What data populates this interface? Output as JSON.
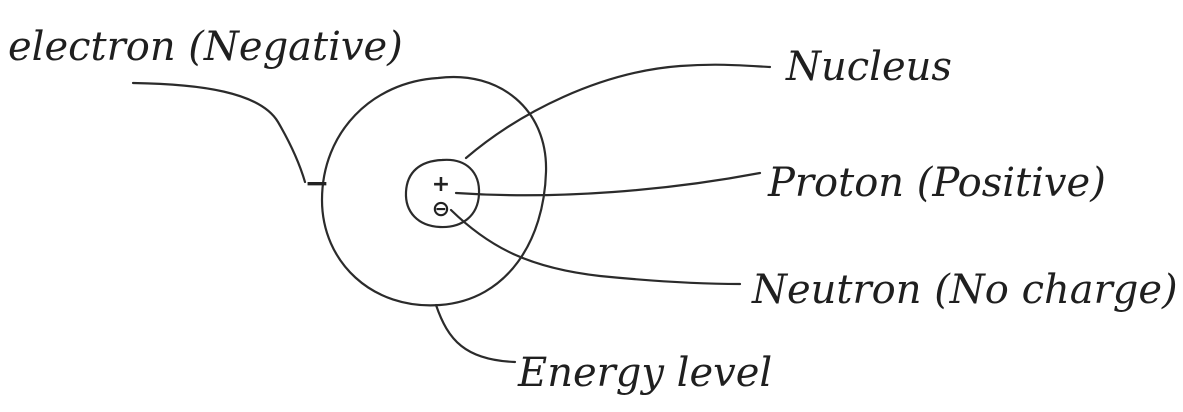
{
  "labels": {
    "electron": "electron (Negative)",
    "nucleus": "Nucleus",
    "proton": "Proton (Positive)",
    "neutron": "Neutron (No charge)",
    "energy_level": "Energy level"
  },
  "symbols": {
    "electron_charge": "−",
    "proton_charge": "+",
    "neutron_symbol": "⊖"
  },
  "colors": {
    "ink": "#2b2b2b",
    "background": "#ffffff"
  }
}
